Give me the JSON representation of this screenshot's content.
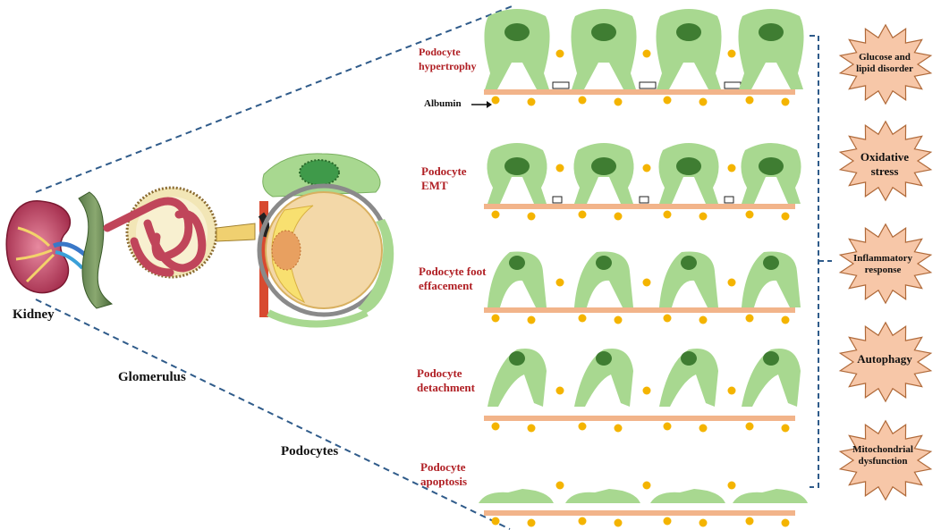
{
  "labels": {
    "kidney": "Kidney",
    "glomerulus": "Glomerulus",
    "podocytes": "Podocytes",
    "albumin": "Albumin"
  },
  "stages": [
    {
      "id": "hypertrophy",
      "line1": "Podocyte",
      "line2": "hypertrophy"
    },
    {
      "id": "emt",
      "line1": "Podocyte",
      "line2": "EMT"
    },
    {
      "id": "effacement",
      "line1": "Podocyte foot",
      "line2": "effacement"
    },
    {
      "id": "detachment",
      "line1": "Podocyte",
      "line2": "detachment"
    },
    {
      "id": "apoptosis",
      "line1": "Podocyte",
      "line2": "apoptosis"
    }
  ],
  "mechanisms": [
    {
      "id": "glucose",
      "line1": "Glucose and",
      "line2": "lipid disorder"
    },
    {
      "id": "oxidative",
      "line1": "Oxidative",
      "line2": "stress"
    },
    {
      "id": "inflammatory",
      "line1": "Inflammatory",
      "line2": "response"
    },
    {
      "id": "autophagy",
      "line1": "Autophagy",
      "line2": ""
    },
    {
      "id": "mitochondrial",
      "line1": "Mitochondrial",
      "line2": "dysfunction"
    }
  ],
  "colors": {
    "stage_text": "#b01f24",
    "cell_fill": "#a8d890",
    "nucleus": "#3f7d32",
    "membrane": "#f2b48a",
    "albumin": "#f4b400",
    "star_fill": "#f7c7a8",
    "dashed_line": "#2f5b8a"
  }
}
